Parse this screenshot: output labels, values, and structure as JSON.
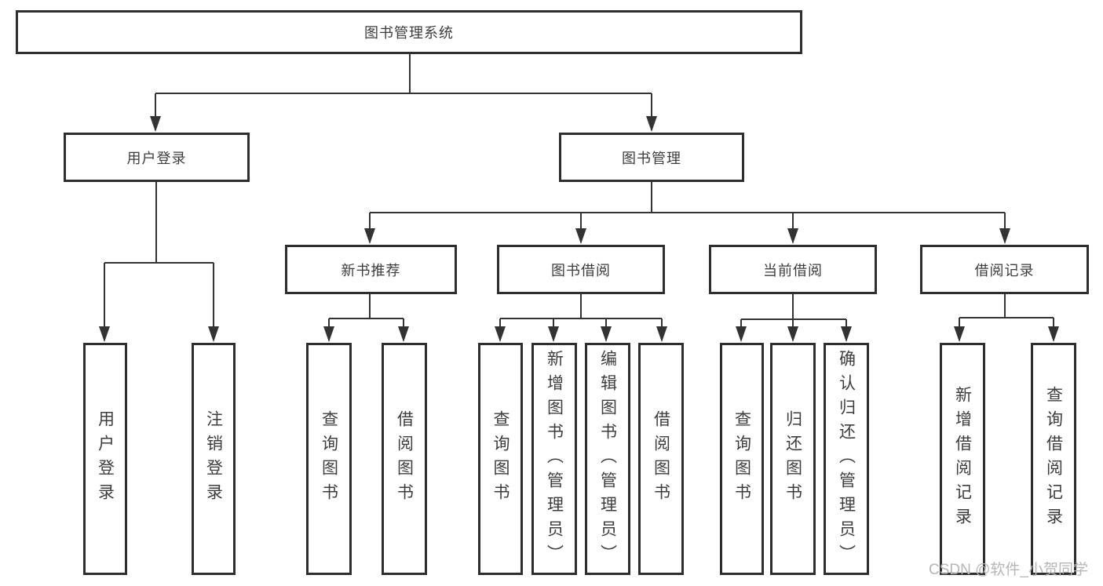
{
  "tree": {
    "root": {
      "label": "图书管理系统",
      "children": [
        {
          "label": "用户登录",
          "children": [
            {
              "label": "用户登录"
            },
            {
              "label": "注销登录"
            }
          ]
        },
        {
          "label": "图书管理",
          "children": [
            {
              "label": "新书推荐",
              "children": [
                {
                  "label": "查询图书"
                },
                {
                  "label": "借阅图书"
                }
              ]
            },
            {
              "label": "图书借阅",
              "children": [
                {
                  "label": "查询图书"
                },
                {
                  "label": "新增图书（管理员）"
                },
                {
                  "label": "编辑图书（管理员）"
                },
                {
                  "label": "借阅图书"
                }
              ]
            },
            {
              "label": "当前借阅",
              "children": [
                {
                  "label": "查询图书"
                },
                {
                  "label": "归还图书"
                },
                {
                  "label": "确认归还（管理员）"
                }
              ]
            },
            {
              "label": "借阅记录",
              "children": [
                {
                  "label": "新增借阅记录"
                },
                {
                  "label": "查询借阅记录"
                }
              ]
            }
          ]
        }
      ]
    }
  },
  "watermark": {
    "text": "CSDN @软件_小贺同学"
  },
  "colors": {
    "line": "#333333",
    "box_border": "#2e2e2e",
    "text": "#3d3d3d",
    "watermark": "#b6b6b6",
    "background": "#ffffff"
  }
}
